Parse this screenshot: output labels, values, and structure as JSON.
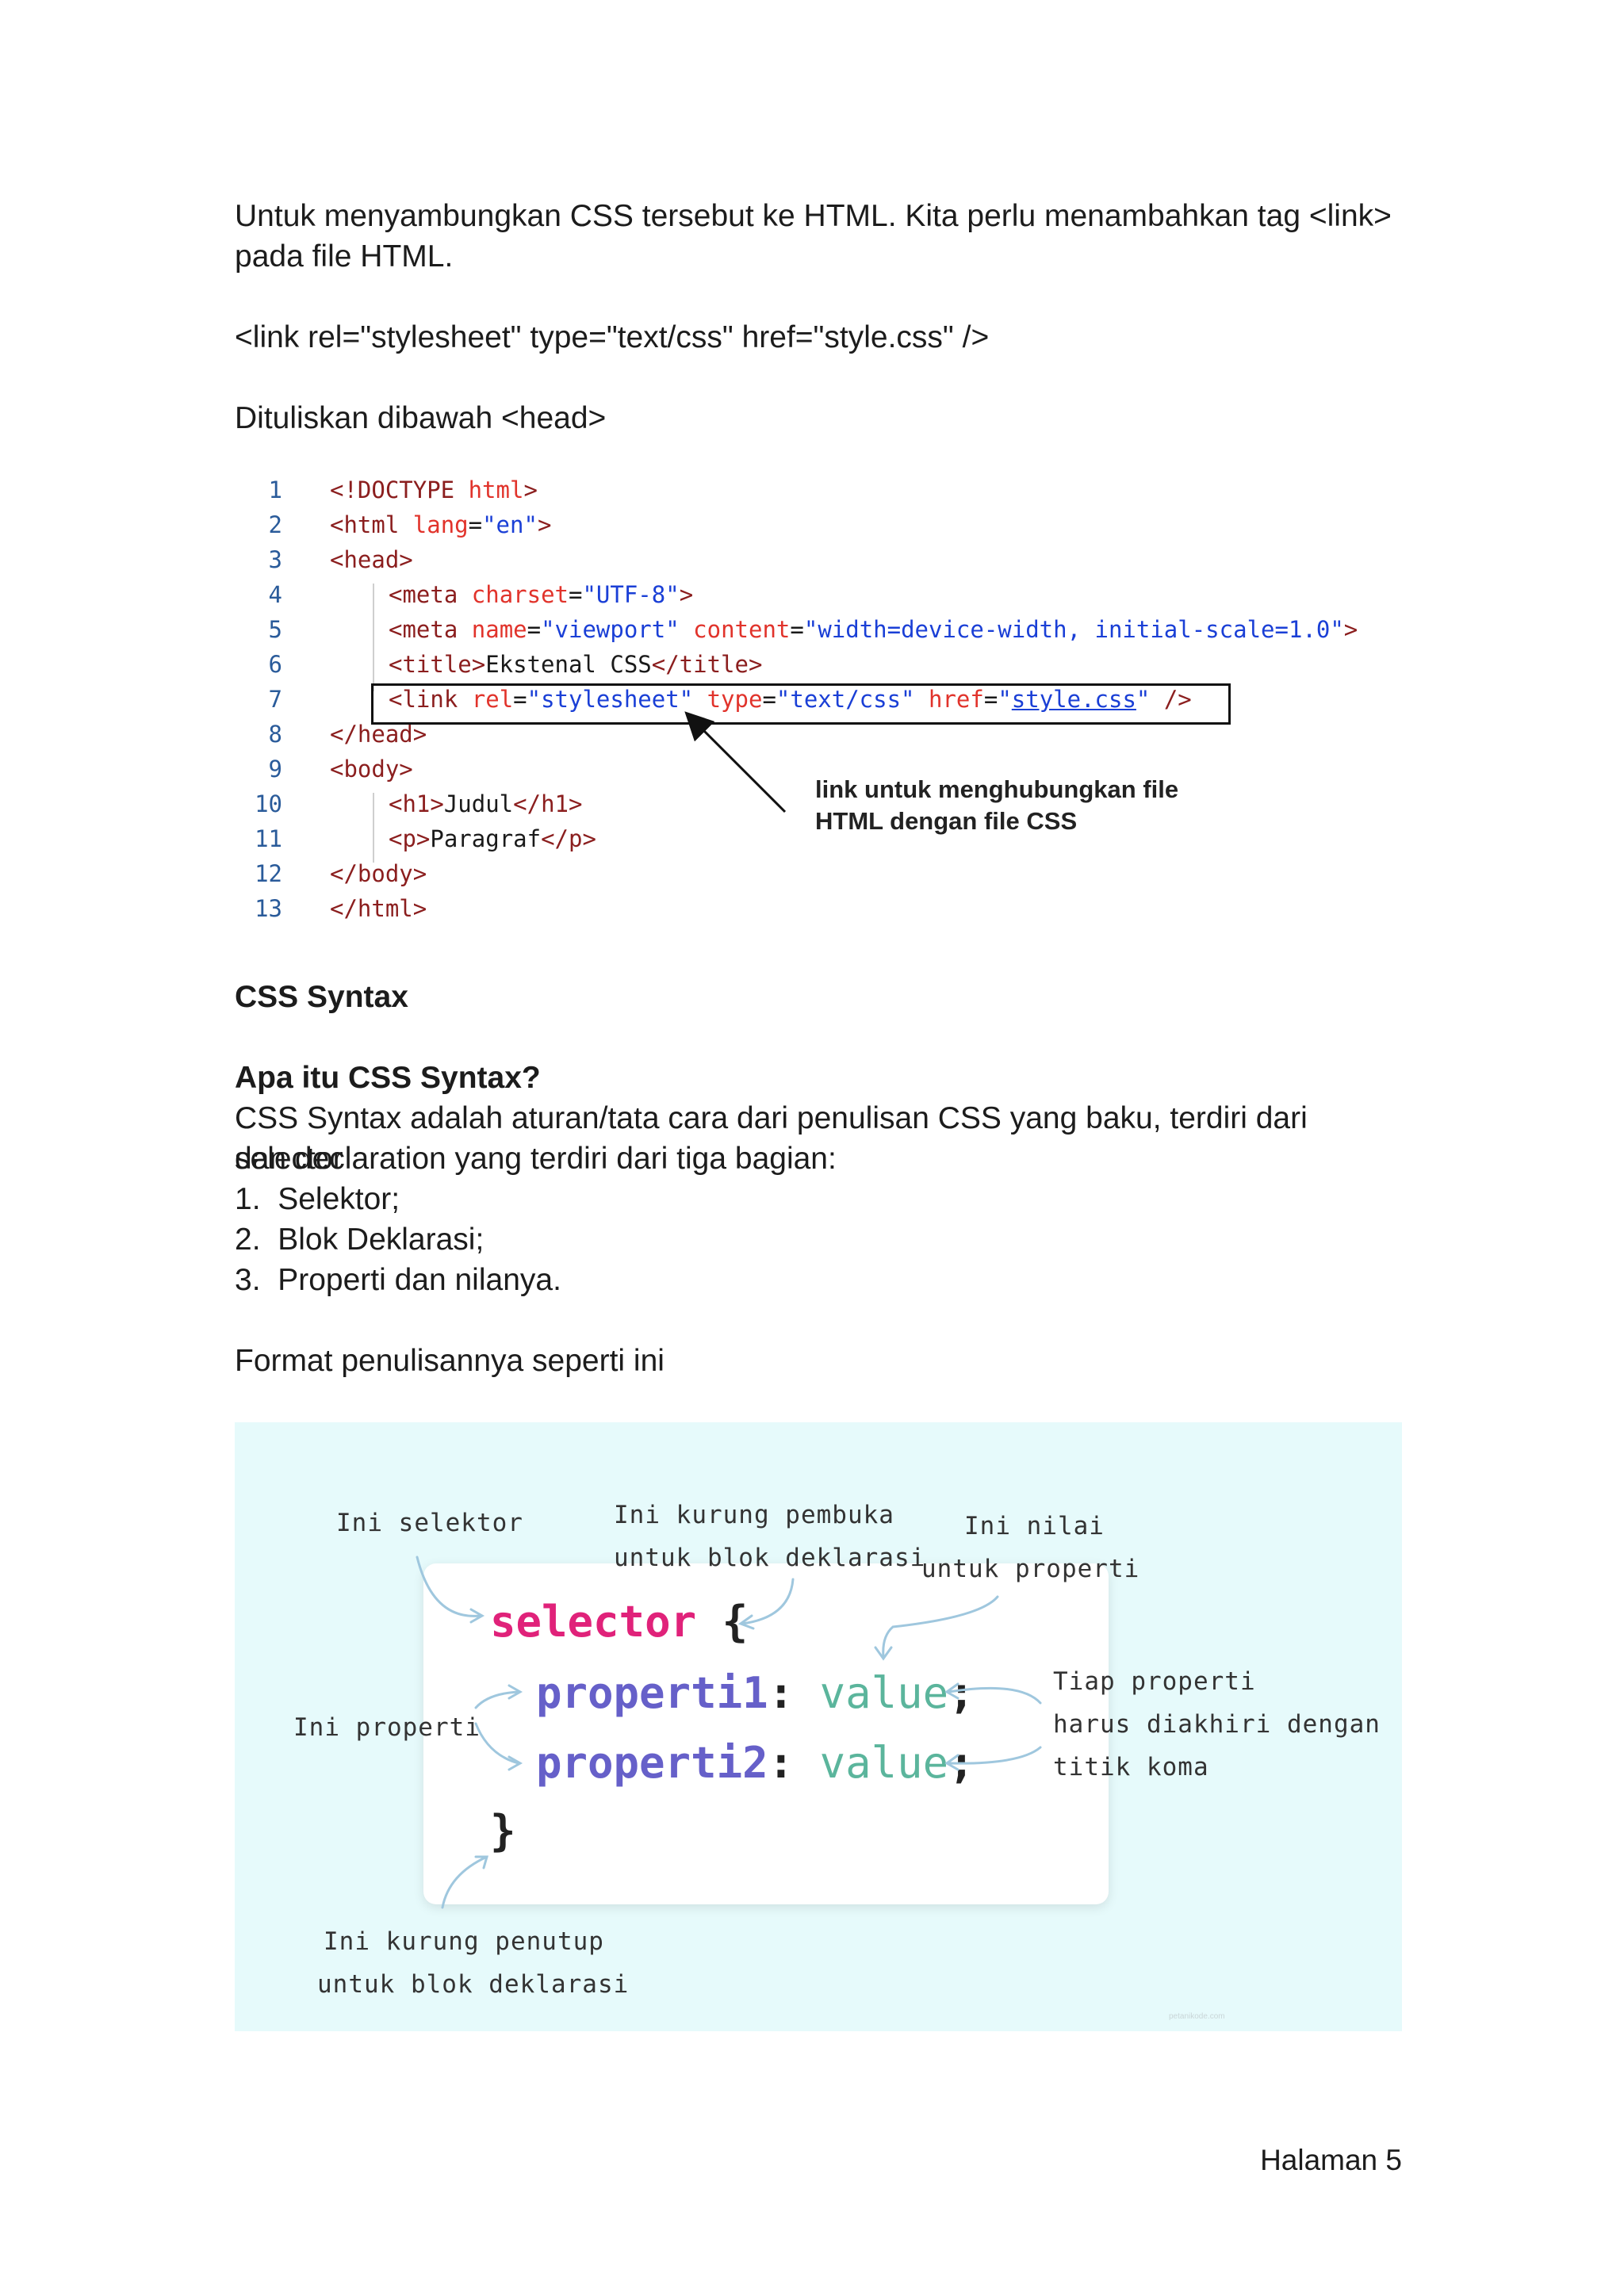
{
  "intro": {
    "line1": "Untuk menyambungkan CSS tersebut ke HTML. Kita perlu menambahkan tag <link>",
    "line2": "pada file HTML.",
    "link_example": "<link rel=\"stylesheet\" type=\"text/css\" href=\"style.css\" />",
    "under_head": "Dituliskan dibawah <head>"
  },
  "code": {
    "line_numbers": [
      "1",
      "2",
      "3",
      "4",
      "5",
      "6",
      "7",
      "8",
      "9",
      "10",
      "11",
      "12",
      "13"
    ],
    "l1": {
      "a": "<!DOCTYPE",
      "b": " html",
      "c": ">"
    },
    "l2": {
      "a": "<html",
      "b": " lang",
      "c": "=",
      "d": "\"en\"",
      "e": ">"
    },
    "l3": "<head>",
    "l4": {
      "a": "<meta",
      "b": " charset",
      "c": "=",
      "d": "\"UTF-8\"",
      "e": ">"
    },
    "l5": {
      "a": "<meta",
      "b": " name",
      "c": "=",
      "d": "\"viewport\"",
      "e": " content",
      "f": "=",
      "g": "\"width=device-width, initial-scale=1.0\"",
      "h": ">"
    },
    "l6": {
      "a": "<title>",
      "b": "Ekstenal CSS",
      "c": "</title>"
    },
    "l7": {
      "a": "<link",
      "b": " rel",
      "c": "=",
      "d": "\"stylesheet\"",
      "e": " type",
      "f": "=",
      "g": "\"text/css\"",
      "h": " href",
      "i": "=",
      "j": "\"",
      "k": "style.css",
      "l": "\"",
      "m": " />"
    },
    "l8": "</head>",
    "l9": "<body>",
    "l10": {
      "a": "<h1>",
      "b": "Judul",
      "c": "</h1>"
    },
    "l11": {
      "a": "<p>",
      "b": "Paragraf",
      "c": "</p>"
    },
    "l12": "</body>",
    "l13": "</html>",
    "callout_line1": "link untuk menghubungkan file",
    "callout_line2": "HTML dengan file CSS"
  },
  "section": {
    "heading": "CSS Syntax",
    "subheading": "Apa itu CSS Syntax?",
    "para1": "CSS Syntax adalah aturan/tata cara dari penulisan CSS yang baku, terdiri dari selector",
    "para2": "dan declaration yang terdiri dari tiga bagian:",
    "list": [
      "1.  Selektor;",
      "2.  Blok Deklarasi;",
      "3.  Properti dan nilanya."
    ],
    "format": "Format penulisannya seperti ini"
  },
  "figure": {
    "ann_selector": "Ini selektor",
    "ann_open1": "Ini kurung pembuka",
    "ann_open2": "untuk blok deklarasi",
    "ann_value1": "Ini nilai",
    "ann_value2": "untuk properti",
    "ann_property": "Ini properti",
    "ann_semi1": "Tiap properti",
    "ann_semi2": "harus diakhiri dengan",
    "ann_semi3": "titik koma",
    "ann_close1": "Ini kurung penutup",
    "ann_close2": "untuk blok deklarasi",
    "selector": "selector",
    "open_brace": "{",
    "prop1": "properti1",
    "prop2": "properti2",
    "colon": ":",
    "value": "value",
    "semicolon": ";",
    "close_brace": "}",
    "watermark": "petanikode.com"
  },
  "footer": {
    "page": "Halaman 5"
  }
}
